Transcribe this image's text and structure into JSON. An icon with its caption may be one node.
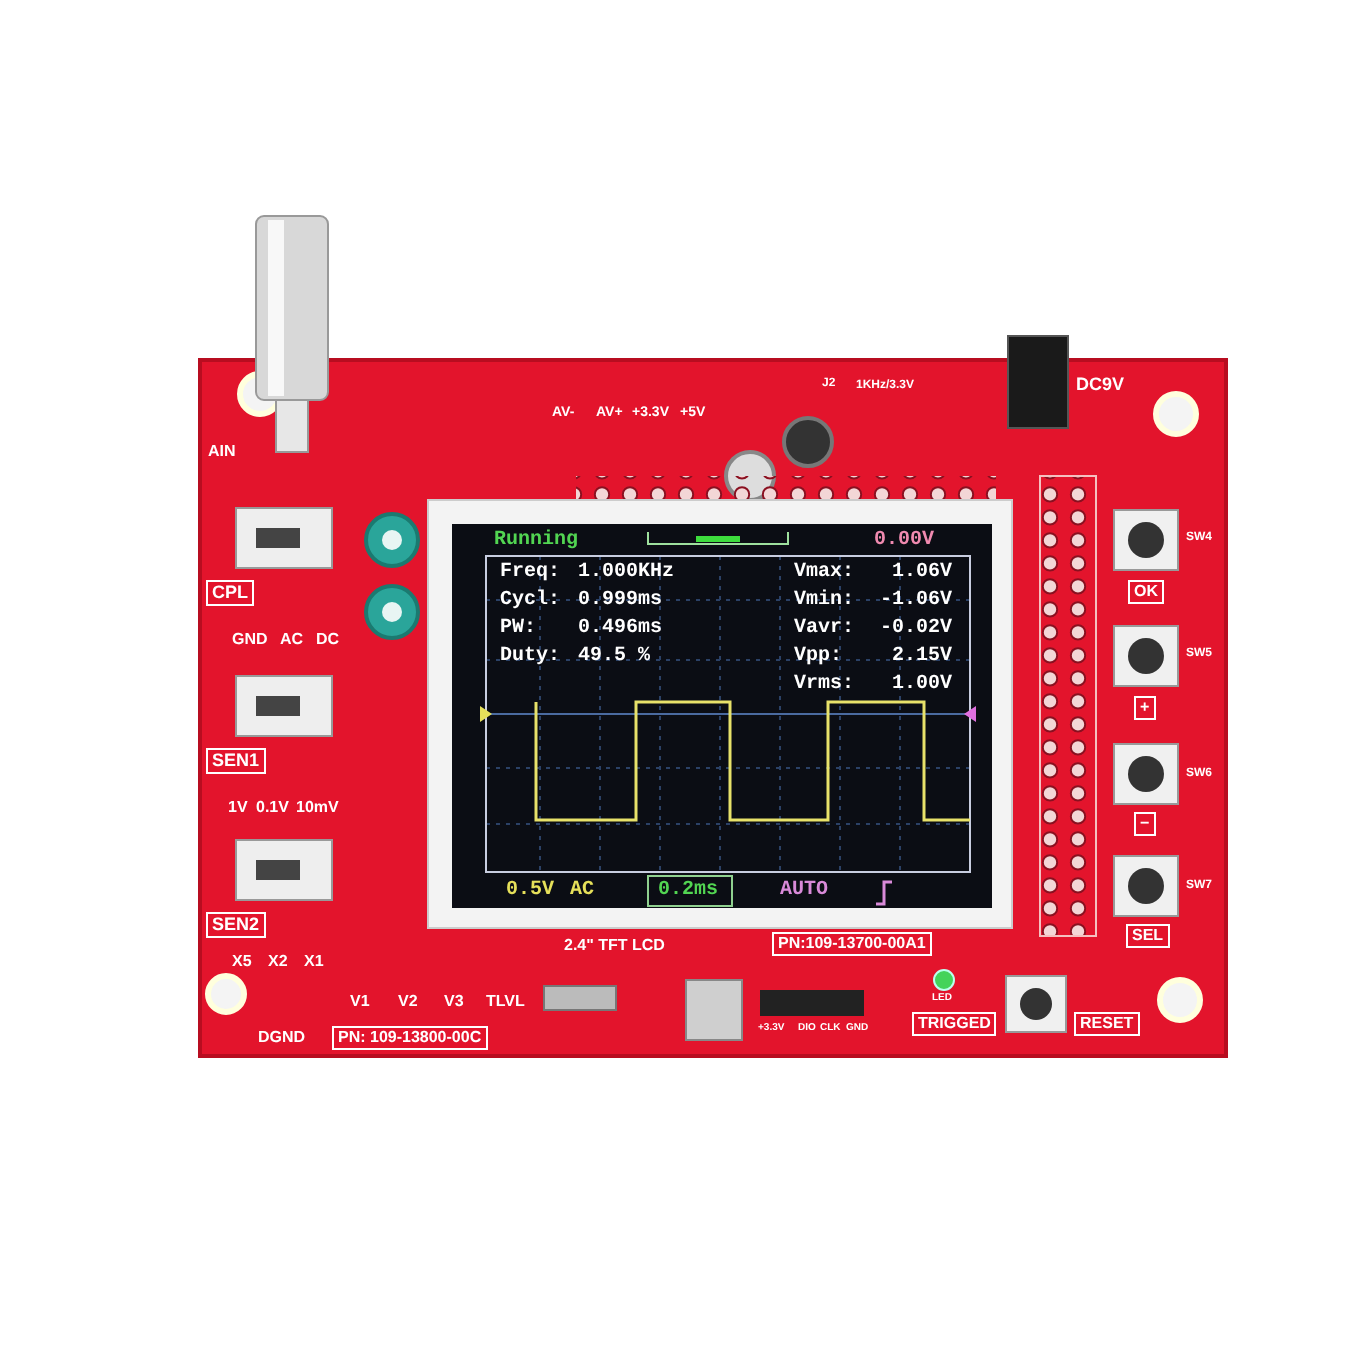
{
  "diagram": {
    "labels": [
      "AV-",
      "AV+",
      "+3.3V",
      "+5V",
      "J2",
      "1KHz/3.3V",
      "DC9V",
      "AIN",
      "CPL",
      "GND",
      "AC",
      "DC",
      "SEN1",
      "1V",
      "0.1V",
      "10mV",
      "SEN2",
      "X5",
      "X2",
      "X1",
      "V1",
      "V2",
      "V3",
      "TLVL",
      "DGND",
      "PN: 109-13800-00C",
      "Running",
      "0.00V",
      "Freq:",
      "1.000KHz",
      "Cycl:",
      "0.999ms",
      "PW:",
      "0.496ms",
      "Duty:",
      "49.5 %",
      "Vmax:",
      "1.06V",
      "Vmin:",
      "-1.06V",
      "Vavr:",
      "-0.02V",
      "Vpp:",
      "2.15V",
      "Vrms:",
      "1.00V",
      "0.5V",
      "AC",
      "0.2ms",
      "AUTO",
      "2.4\" TFT LCD",
      "PN:109-13700-00A1",
      "SW4",
      "OK",
      "SW5",
      "+",
      "SW6",
      "−",
      "SW7",
      "SEL",
      "TRIGGED",
      "RESET",
      "+3.3V",
      "DIO",
      "CLK",
      "GND",
      "LED"
    ]
  }
}
